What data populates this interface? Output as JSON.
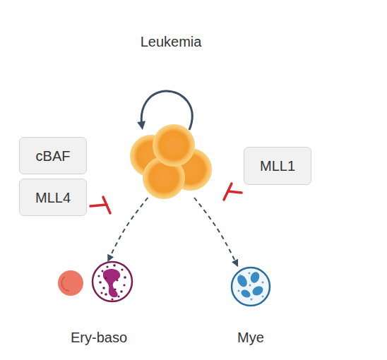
{
  "diagram": {
    "nodes": [
      {
        "text": [
          "Leukemia"
        ]
      },
      {
        "text": [
          "cBAF"
        ]
      },
      {
        "text": [
          "MLL4"
        ]
      },
      {
        "text": [
          "MLL1"
        ]
      },
      {
        "text": [
          "Ery-baso"
        ]
      },
      {
        "text": [
          "Mye"
        ]
      }
    ],
    "edges": [
      {
        "from": 0,
        "to": 4,
        "arrow": "to"
      },
      {
        "from": 0,
        "to": 5,
        "arrow": "to"
      }
    ]
  }
}
